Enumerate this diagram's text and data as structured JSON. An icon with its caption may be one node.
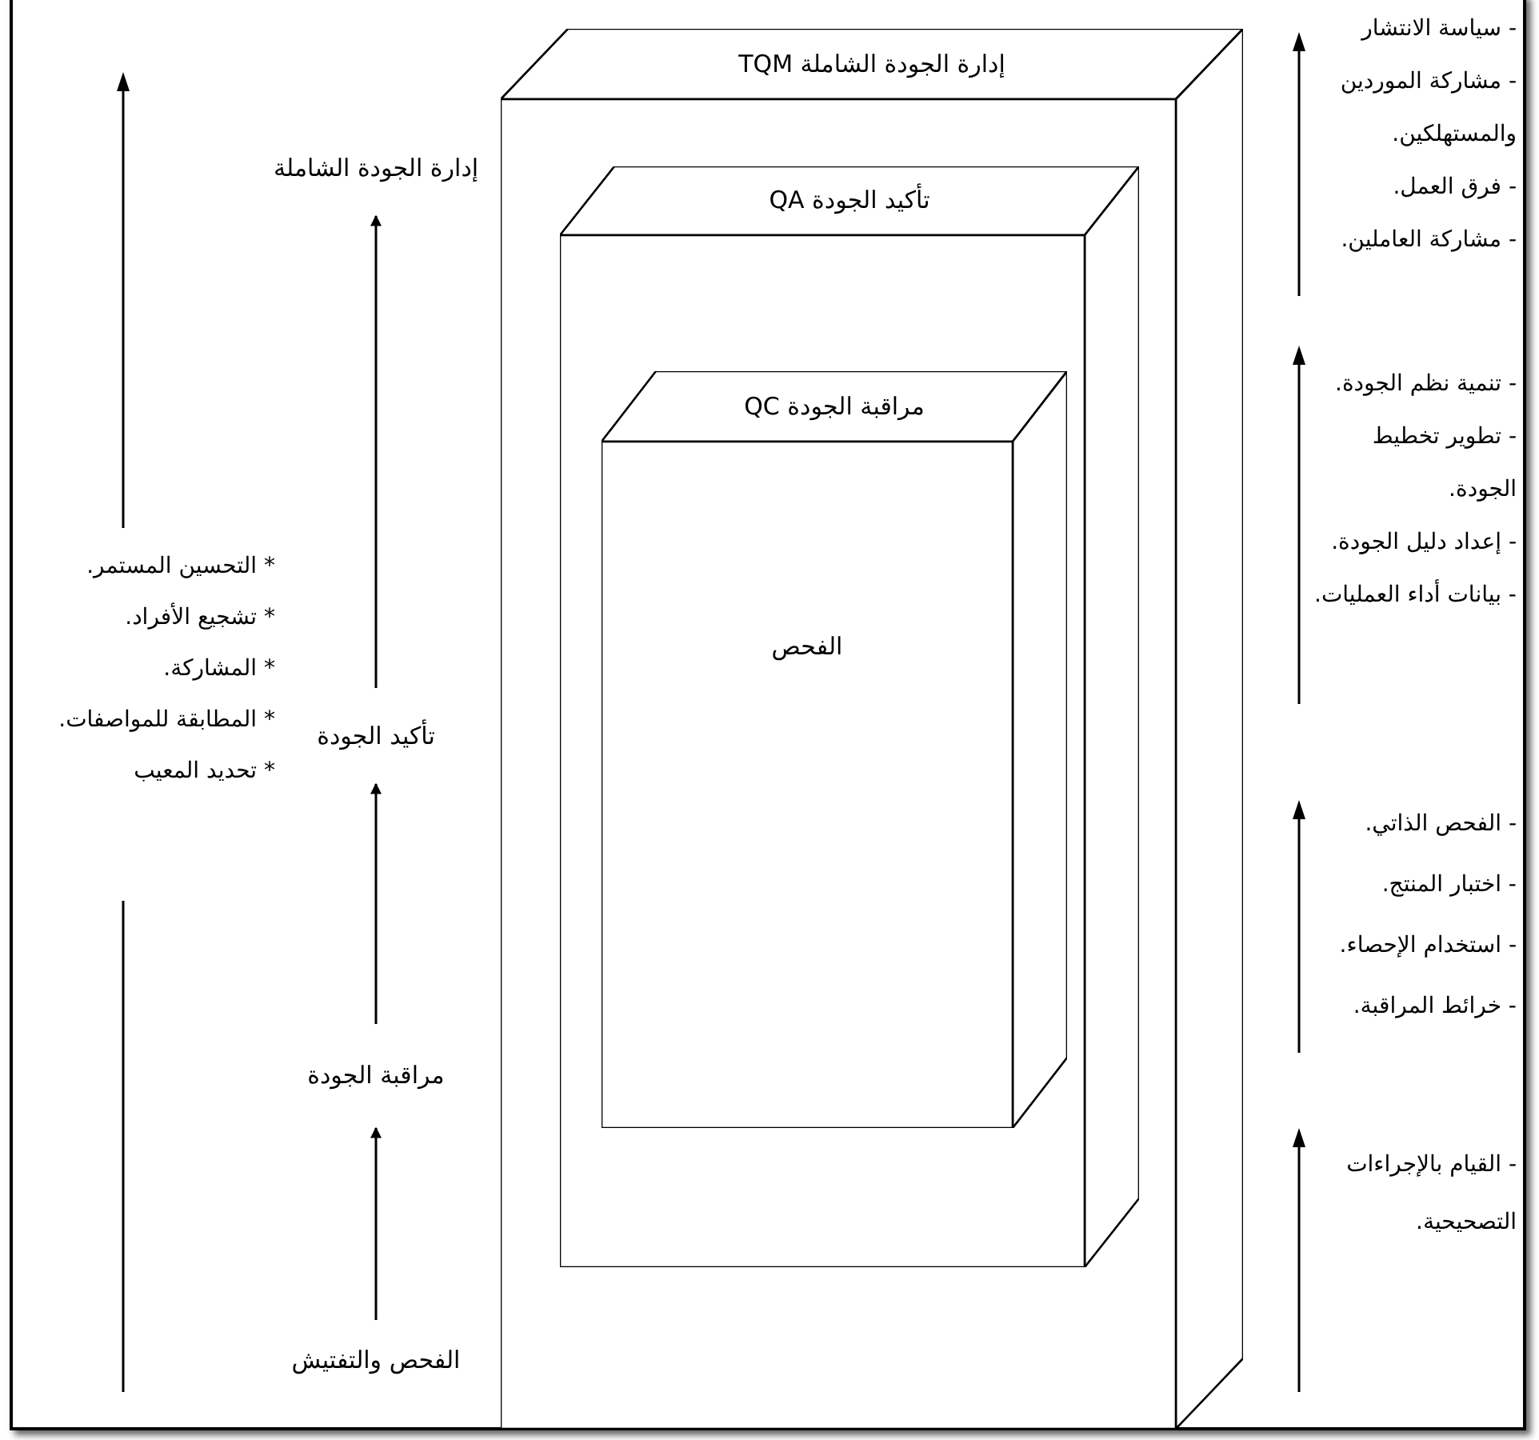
{
  "diagram": {
    "nodes": [
      {
        "text": [
          "إدارة الجودة الشاملة TQM"
        ]
      },
      {
        "text": [
          "تأكيد الجودة QA"
        ],
        "in": 0
      },
      {
        "text": [
          "مراقبة الجودة QC",
          "الفحص"
        ],
        "in": 1
      },
      {
        "text": [
          "إدارة الجودة الشاملة"
        ]
      },
      {
        "text": [
          "تأكيد الجودة"
        ]
      },
      {
        "text": [
          "مراقبة الجودة"
        ]
      },
      {
        "text": [
          "الفحص والتفتيش"
        ]
      }
    ],
    "edges": [
      {
        "from": 6,
        "to": 5,
        "arrow": "to"
      },
      {
        "from": 5,
        "to": 4,
        "arrow": "to"
      },
      {
        "from": 4,
        "to": 3,
        "arrow": "to"
      }
    ],
    "labels": [
      "* التحسين المستمر.",
      "* تشجيع الأفراد.",
      "* المشاركة.",
      "* المطابقة للمواصفات.",
      "* تحديد المعيب",
      "- سياسة الانتشار",
      "- مشاركة الموردين والمستهلكين.",
      "- فرق العمل.",
      "- مشاركة العاملين.",
      "- تنمية نظم الجودة.",
      "- تطوير تخطيط الجودة.",
      "- إعداد دليل الجودة.",
      "- بيانات أداء العمليات.",
      "- الفحص الذاتي.",
      "- اختبار المنتج.",
      "- استخدام الإحصاء.",
      "- خرائط المراقبة.",
      "- القيام بالإجراءات التصحيحية."
    ]
  }
}
